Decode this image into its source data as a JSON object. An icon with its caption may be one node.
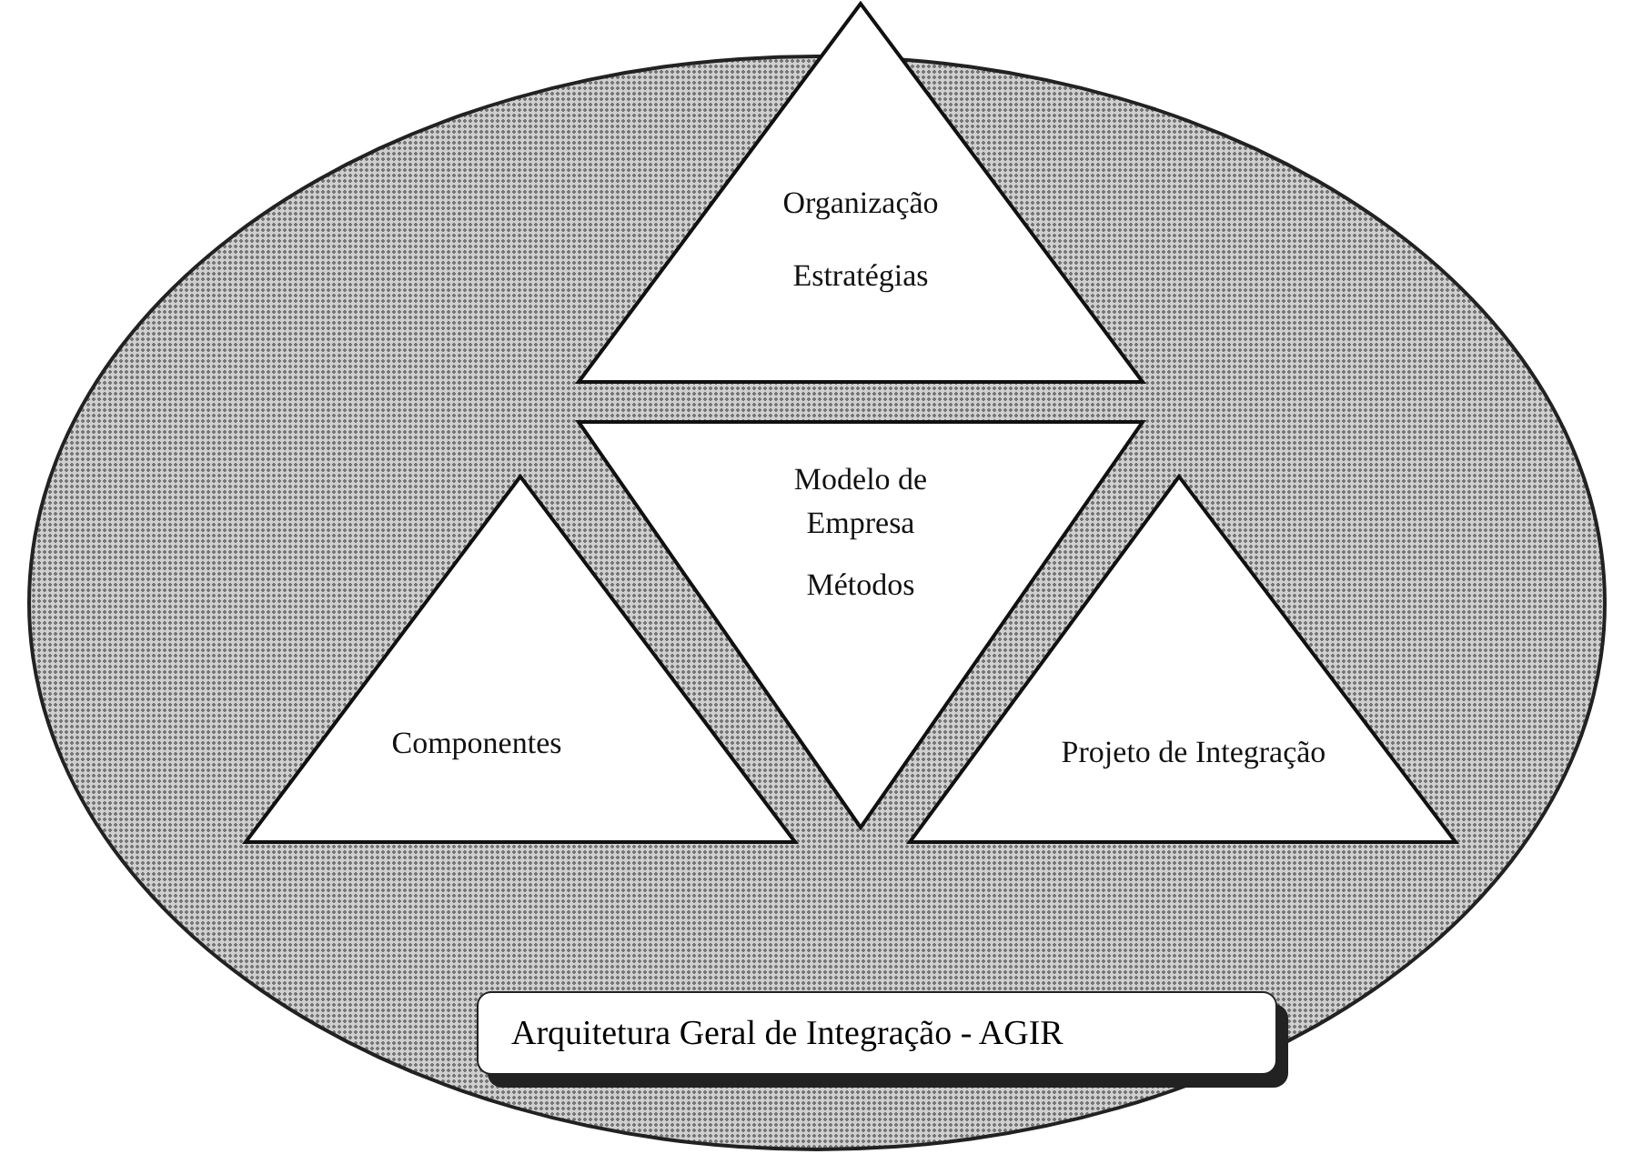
{
  "diagram": {
    "nodes": [
      {
        "text": [],
        "shape": "ellipse"
      },
      {
        "text": [
          "Organização",
          "Estratégias"
        ]
      },
      {
        "text": [
          "Modelo de Empresa",
          "Métodos"
        ],
        "in": 0
      },
      {
        "text": [
          "Componentes"
        ],
        "in": 0
      },
      {
        "text": [
          "Projeto de Integração"
        ],
        "in": 0
      },
      {
        "text": [
          "Arquitetura Geral de Integração - AGIR"
        ],
        "in": 0
      }
    ]
  }
}
